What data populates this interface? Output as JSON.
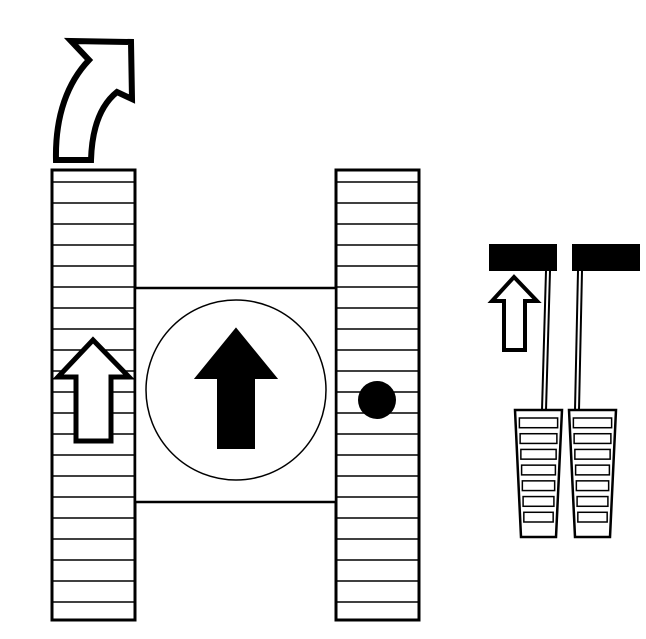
{
  "diagram": {
    "background_color": "#ffffff",
    "ink_color": "#000000",
    "left_track": {
      "icon": "track",
      "direction": "forward",
      "rotation_arrow": "curved-arrow-forward-right"
    },
    "right_track": {
      "icon": "track",
      "state": "stopped",
      "marker": "dot"
    },
    "center_indicator": {
      "icon": "arrow-up",
      "direction": "forward"
    },
    "pedals": [
      {
        "name": "left-pedal",
        "state": "pushed-forward",
        "indicator": "arrow-up"
      },
      {
        "name": "right-pedal",
        "state": "neutral"
      }
    ]
  }
}
